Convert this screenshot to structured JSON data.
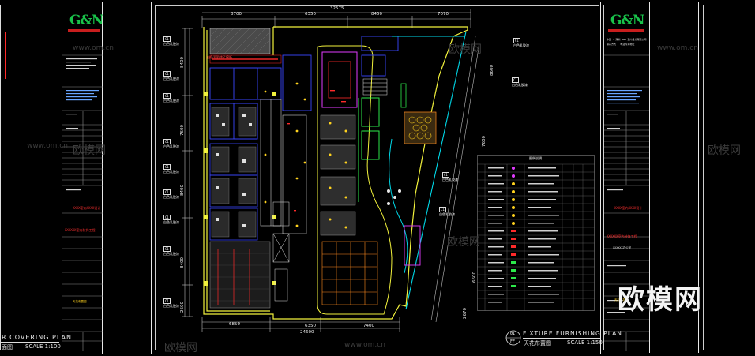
{
  "left_sheet": {
    "title_fragment": "R COVERING PLAN",
    "subtitle_fragment": "面图",
    "scale": "SCALE 1:100"
  },
  "right_titleblock": {
    "logo": "G&N",
    "company_lines": [
      "中国 · 深圳 G&N 室内设计有限公司",
      "联系方式 · 电话传真地址"
    ],
    "red_note": "XXXX室内XXXX设计",
    "project": "XXXXXX办公室",
    "project_red": "XXXXXX室内装饰工程",
    "drawing_title": "天花布置图"
  },
  "left_titleblock": {
    "logo": "G&N",
    "red_note": "XXXX室内XXXX设计",
    "project_red": "XXXXXX室内装饰工程",
    "drawing_title": "天花布置图"
  },
  "plan": {
    "title_en": "FIXTURE FURNISHING PLAN",
    "title_cn": "天花布置图",
    "scale": "SCALE 1:150",
    "circle_number": "01",
    "circle_sheet": "FF",
    "top_dims": [
      "8700",
      "6350",
      "8450",
      "7070"
    ],
    "top_total": "32575",
    "bottom_dims": [
      "6850",
      "6350",
      "7400"
    ],
    "bottom_total": "24600",
    "left_dims": [
      "8400",
      "7600",
      "8400",
      "8400",
      "2600"
    ],
    "right_dims": [
      "8600",
      "7600",
      "6600",
      "2670"
    ],
    "legend_title": "图例说明",
    "left_tags": [
      "白色乳胶漆",
      "白色乳胶漆",
      "白色乳胶漆",
      "白色乳胶漆",
      "白色乳胶漆",
      "白色乳胶漆",
      "白色乳胶漆",
      "白色乳胶漆",
      "白色乳胶漆"
    ],
    "right_tags": [
      "白色乳胶漆",
      "白色乳胶漆",
      "白色乳胶漆",
      "白色乳胶漆"
    ],
    "room_label": "白色乳胶漆矿棉板"
  },
  "watermarks": {
    "site": "www.om.cn",
    "brand": "欧模网"
  },
  "colors": {
    "background": "#000000",
    "frame": "#e8e8e8",
    "logo_green": "#19c24a",
    "wall_yellow": "#f2f23c",
    "cyan": "#00d8e8",
    "magenta": "#e23cff",
    "green": "#2ce84a",
    "blue": "#3a46ff",
    "orange": "#ff8a1e",
    "red": "#ff2a2a"
  }
}
